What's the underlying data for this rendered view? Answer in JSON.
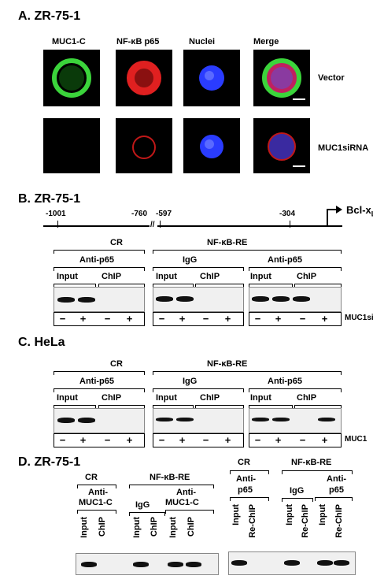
{
  "panelA": {
    "title": "A. ZR-75-1",
    "columns": [
      "MUC1-C",
      "NF-κB p65",
      "Nuclei",
      "Merge"
    ],
    "rows": [
      "Vector",
      "MUC1siRNA"
    ]
  },
  "panelB": {
    "title": "B.  ZR-75-1",
    "gene": "Bcl-x",
    "gene_sub": "L",
    "positions": [
      "-1001",
      "-760",
      "-597",
      "-304"
    ],
    "cr": "CR",
    "nfkb": "NF-κB-RE",
    "anti_p65": "Anti-p65",
    "igg": "IgG",
    "input": "Input",
    "chip": "ChIP",
    "treatment": "MUC1siRNA",
    "minus": "−",
    "plus": "+"
  },
  "panelC": {
    "title": "C.  HeLa",
    "cr": "CR",
    "nfkb": "NF-κB-RE",
    "anti_p65": "Anti-p65",
    "igg": "IgG",
    "input": "Input",
    "chip": "ChIP",
    "treatment": "MUC1",
    "minus": "−",
    "plus": "+"
  },
  "panelD": {
    "title": "D.  ZR-75-1",
    "cr": "CR",
    "nfkb": "NF-κB-RE",
    "anti_muc1": "Anti-",
    "anti_muc1_2": "MUC1-C",
    "anti_p65": "Anti-",
    "anti_p65_2": "p65",
    "igg": "IgG",
    "input": "Input",
    "chip": "ChIP",
    "rechip": "Re-ChIP"
  },
  "colors": {
    "green": "#3bd43b",
    "red": "#e02020",
    "blue": "#2a3cff"
  }
}
